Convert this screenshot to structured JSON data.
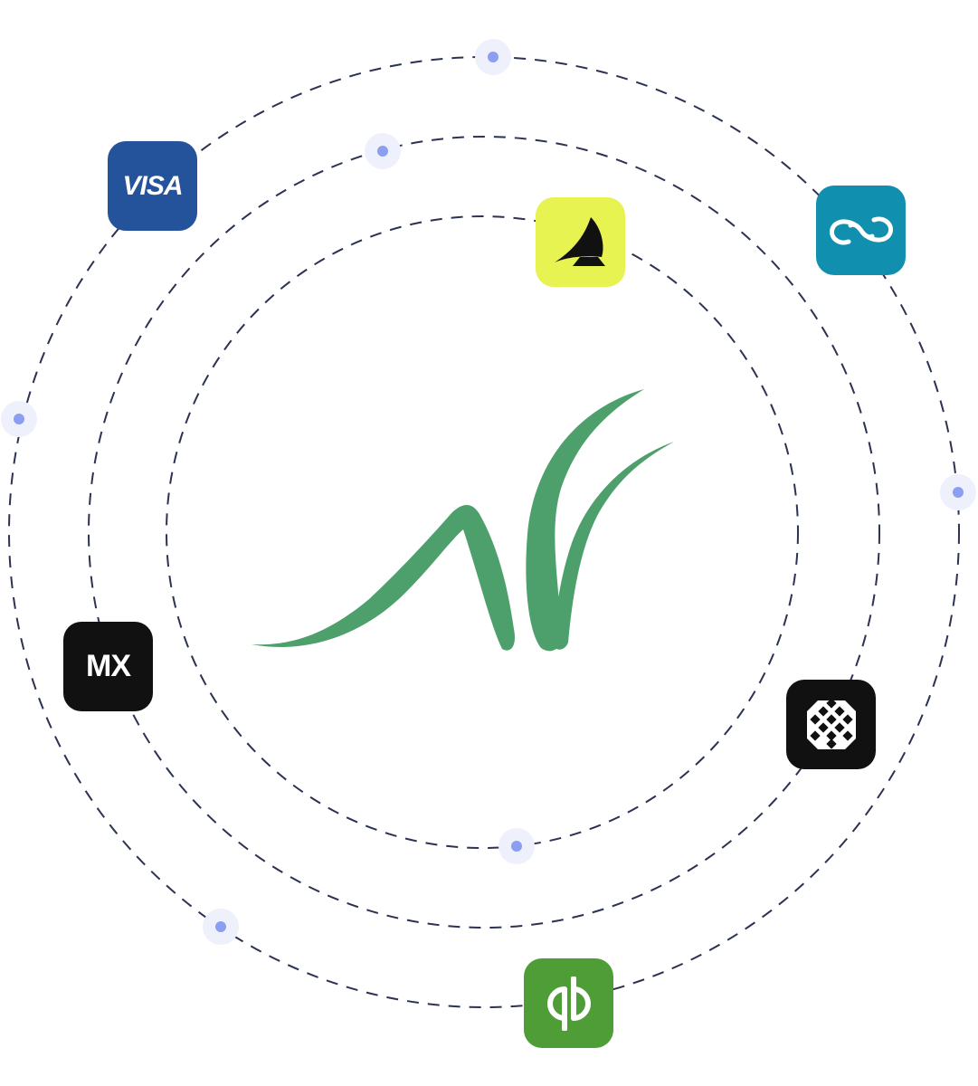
{
  "colors": {
    "orbit_stroke": "#2b3252",
    "dot": "#8c9ef2",
    "dot_halo": "#eef0fb",
    "logo_green": "#4da06b"
  },
  "center_logo": {
    "icon": "leaf-n-logo-icon"
  },
  "integrations": [
    {
      "id": "visa",
      "icon": "visa-logo-icon",
      "label": "VISA",
      "bg": "#24539b",
      "fg": "#ffffff"
    },
    {
      "id": "akoya",
      "icon": "akoya-logo-icon",
      "label": "",
      "bg": "#e6f350",
      "fg": "#111111"
    },
    {
      "id": "loop",
      "icon": "infinity-logo-icon",
      "label": "",
      "bg": "#118fae",
      "fg": "#ffffff"
    },
    {
      "id": "mx",
      "icon": "mx-logo-icon",
      "label": "MX",
      "bg": "#111111",
      "fg": "#ffffff"
    },
    {
      "id": "plaid",
      "icon": "plaid-logo-icon",
      "label": "",
      "bg": "#111111",
      "fg": "#ffffff"
    },
    {
      "id": "quickbooks",
      "icon": "quickbooks-logo-icon",
      "label": "",
      "bg": "#4f9d37",
      "fg": "#ffffff"
    }
  ]
}
